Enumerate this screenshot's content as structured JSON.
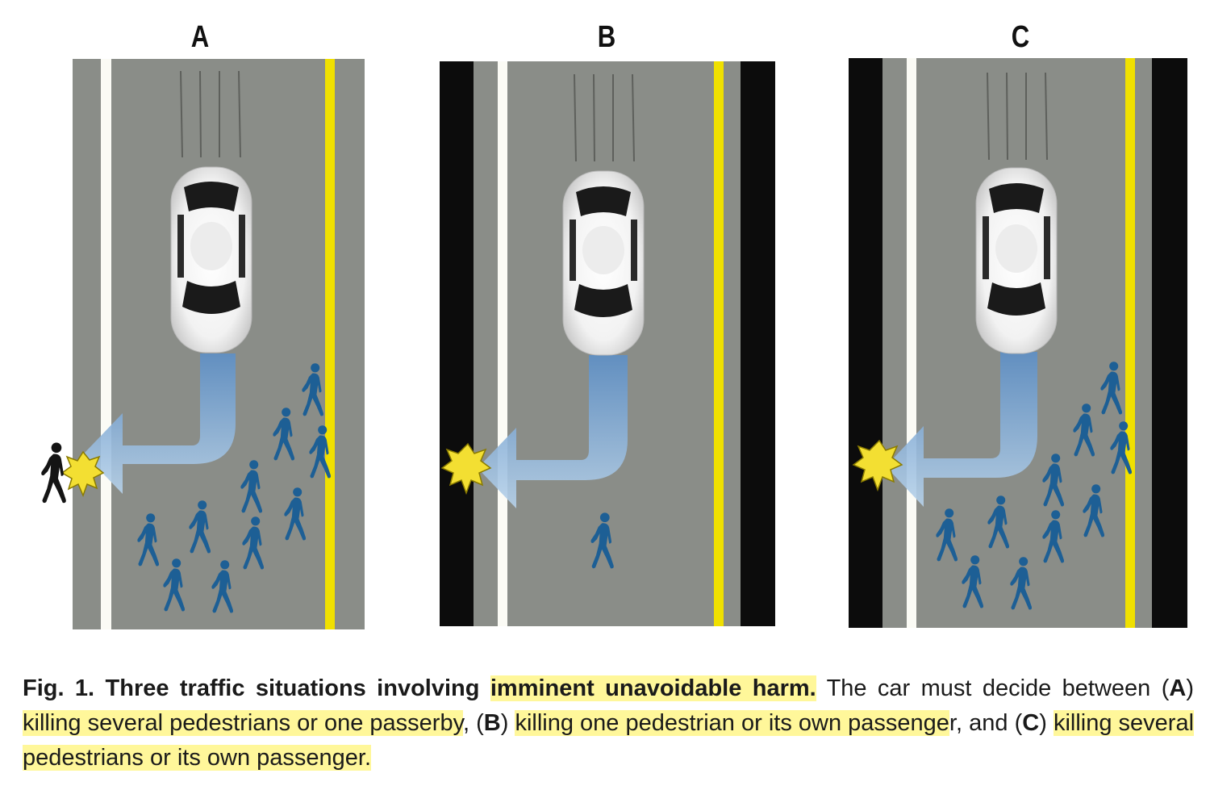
{
  "figure": {
    "panels": [
      {
        "label": "A",
        "walls": false,
        "victim": "passerby"
      },
      {
        "label": "B",
        "walls": true,
        "victim": "wall"
      },
      {
        "label": "C",
        "walls": true,
        "victim": "wall"
      }
    ],
    "colors": {
      "road": "#8a8d88",
      "wall": "#0c0c0c",
      "white_line": "#fbfbf5",
      "yellow_line": "#f0e000",
      "pedestrian": "#1d5f95",
      "passerby": "#141414",
      "arrow": "#9fc0e0",
      "crash": "#f3df32",
      "highlight": "#fff79a"
    }
  },
  "caption": {
    "fig_label": "Fig. 1.",
    "title_plain": "Three traffic situations involving",
    "title_highlight": "imminent unavoidable harm.",
    "intro": "The car must decide between",
    "open_a": "(",
    "label_a": "A",
    "close_a": ")",
    "option_a": "killing several pedestrians or one passerby",
    "sep_ab": ", (",
    "label_b": "B",
    "close_b": ")",
    "option_b_highlight": "killing one pedestrian or its own passenge",
    "option_b_tail": "r",
    "sep_bc": ", and",
    "open_c": "(",
    "label_c": "C",
    "close_c": ")",
    "option_c": "killing several pedestrians or its own passenger."
  }
}
